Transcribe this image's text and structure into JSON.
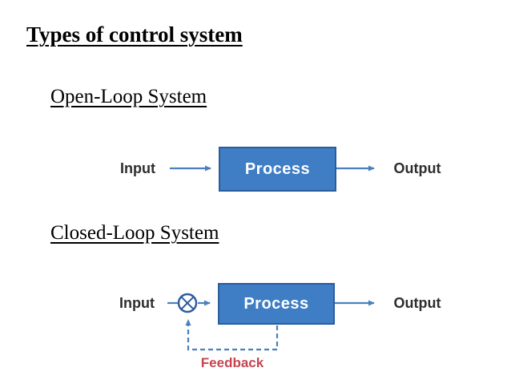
{
  "slide": {
    "title": "Types of control system",
    "background": "#ffffff"
  },
  "sections": [
    {
      "heading": "Open-Loop System",
      "diagram": {
        "type": "open-loop-block-diagram",
        "input_label": "Input",
        "process_label": "Process",
        "output_label": "Output",
        "flow": "Input -> Process -> Output"
      }
    },
    {
      "heading": "Closed-Loop System",
      "diagram": {
        "type": "closed-loop-block-diagram",
        "input_label": "Input",
        "process_label": "Process",
        "output_label": "Output",
        "feedback_label": "Feedback",
        "summing_junction_icon": "circle-cross-icon",
        "flow": "Input -> summing junction -> Process -> Output, dashed feedback from Process back to summing junction"
      }
    }
  ],
  "colors": {
    "box_fill": "#3f7ec4",
    "box_border": "#2b5c9c",
    "arrow": "#4a80bd",
    "label_text": "#2e2e2e",
    "process_text": "#ffffff",
    "feedback_text": "#c4454f",
    "heading_text": "#000000",
    "background": "#ffffff"
  }
}
